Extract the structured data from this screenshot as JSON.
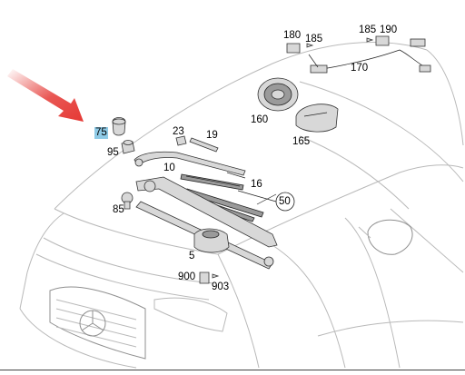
{
  "colors": {
    "arrow": "#e53935",
    "highlight": "#8ecae6",
    "line": "#b9b9b9",
    "ink": "#000000"
  },
  "callouts": [
    {
      "id": "75",
      "text": "75",
      "highlighted": true
    },
    {
      "id": "95",
      "text": "95"
    },
    {
      "id": "23",
      "text": "23"
    },
    {
      "id": "19",
      "text": "19"
    },
    {
      "id": "10",
      "text": "10"
    },
    {
      "id": "16",
      "text": "16"
    },
    {
      "id": "50",
      "text": "50",
      "circled": true
    },
    {
      "id": "85",
      "text": "85"
    },
    {
      "id": "5",
      "text": "5"
    },
    {
      "id": "900",
      "text": "900"
    },
    {
      "id": "903",
      "text": "903"
    },
    {
      "id": "180",
      "text": "180"
    },
    {
      "id": "185a",
      "text": "185"
    },
    {
      "id": "185b",
      "text": "185"
    },
    {
      "id": "190",
      "text": "190"
    },
    {
      "id": "170",
      "text": "170"
    },
    {
      "id": "160",
      "text": "160"
    },
    {
      "id": "165",
      "text": "165"
    }
  ]
}
